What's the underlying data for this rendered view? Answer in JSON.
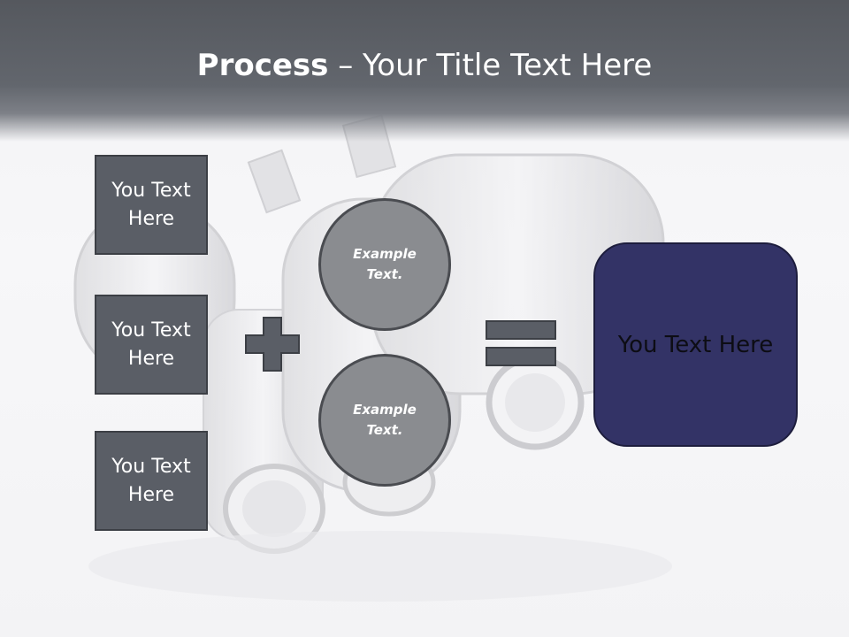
{
  "title": {
    "bold": "Process",
    "separator": " – ",
    "rest": "Your Title Text Here"
  },
  "left_boxes": [
    {
      "label": "You Text Here"
    },
    {
      "label": "You Text Here"
    },
    {
      "label": "You Text Here"
    }
  ],
  "circles": [
    {
      "label": "Example Text."
    },
    {
      "label": "Example Text."
    }
  ],
  "operators": {
    "plus": "plus-sign",
    "equals": "equals-sign"
  },
  "result": {
    "label": "You Text Here"
  },
  "colors": {
    "header": "#5e6168",
    "box_fill": "#5a5e66",
    "circle_fill": "#8a8c90",
    "result_fill": "#333366",
    "operator_fill": "#5a5e66"
  }
}
